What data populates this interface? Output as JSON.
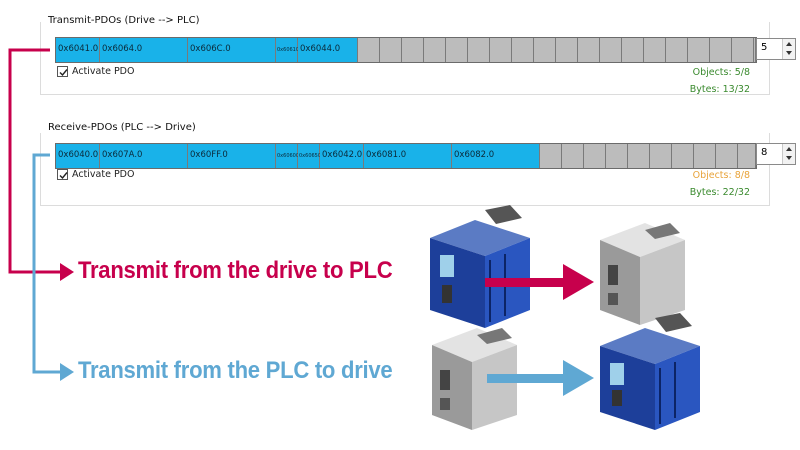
{
  "transmit": {
    "title": "Transmit-PDOs (Drive --> PLC)",
    "cells": [
      {
        "label": "0x6041.0",
        "w": 44,
        "filled": true
      },
      {
        "label": "0x6064.0",
        "w": 88,
        "filled": true
      },
      {
        "label": "0x606C.0",
        "w": 88,
        "filled": true
      },
      {
        "label": "0x60610",
        "w": 22,
        "filled": true,
        "tiny": true
      },
      {
        "label": "0x6044.0",
        "w": 60,
        "filled": true
      }
    ],
    "count": "5",
    "activate_label": "Activate PDO",
    "objects": "Objects: 5/8",
    "bytes": "Bytes: 13/32"
  },
  "receive": {
    "title": "Receive-PDOs (PLC --> Drive)",
    "cells": [
      {
        "label": "0x6040.0",
        "w": 44,
        "filled": true
      },
      {
        "label": "0x607A.0",
        "w": 88,
        "filled": true
      },
      {
        "label": "0x60FF.0",
        "w": 88,
        "filled": true
      },
      {
        "label": "0x60600",
        "w": 22,
        "filled": true,
        "tiny": true
      },
      {
        "label": "0x60650",
        "w": 22,
        "filled": true,
        "tiny": true
      },
      {
        "label": "0x6042.0",
        "w": 44,
        "filled": true
      },
      {
        "label": "0x6081.0",
        "w": 88,
        "filled": true
      },
      {
        "label": "0x6082.0",
        "w": 88,
        "filled": true
      }
    ],
    "count": "8",
    "activate_label": "Activate PDO",
    "objects": "Objects: 8/8",
    "bytes": "Bytes: 22/32"
  },
  "captions": {
    "transmit": "Transmit from the drive to PLC",
    "receive": "Transmit from the PLC to drive"
  },
  "colors": {
    "pdo_filled": "#19b2e9",
    "pdo_empty": "#bcbcbc",
    "transmit_accent": "#c7004c",
    "receive_accent": "#5fa8d3",
    "stat_ok": "#3a8a2e",
    "stat_full": "#e8a33a"
  }
}
